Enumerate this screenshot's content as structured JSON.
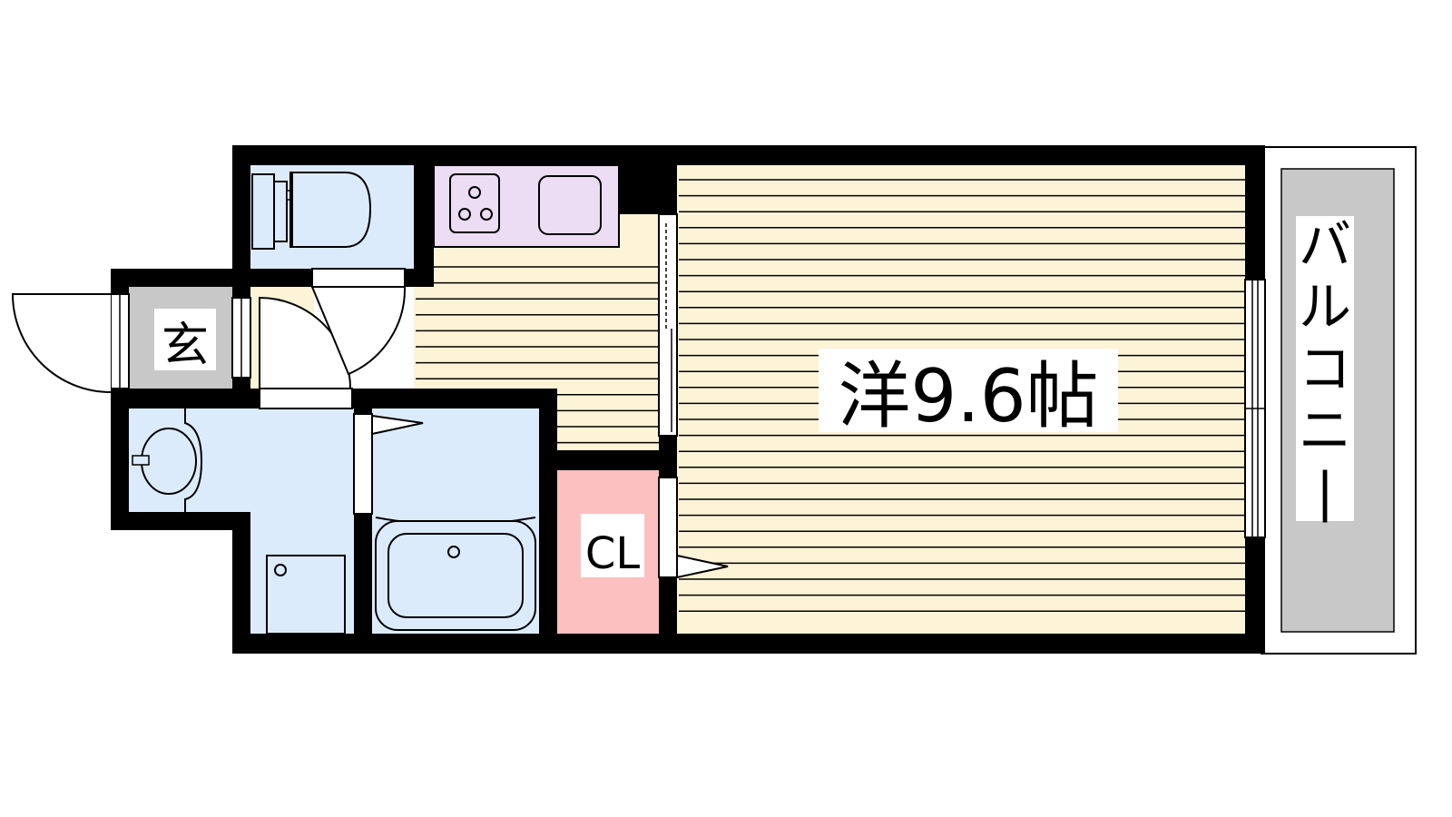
{
  "floorplan": {
    "rooms": {
      "western_room": {
        "label": "洋9.6帖",
        "fill": "#fdf3d6"
      },
      "closet": {
        "label": "CL",
        "fill": "#fcc0c0"
      },
      "entrance": {
        "label": "玄",
        "fill": "#c8c8c8"
      },
      "balcony": {
        "label": "バルコニー",
        "fill": "#c8c8c8"
      },
      "kitchen": {
        "fill": "#fdf3d6"
      },
      "toilet": {
        "fill": "#dcebfb"
      },
      "bathroom": {
        "fill": "#dcebfb"
      },
      "washroom": {
        "fill": "#dcebfb"
      }
    },
    "colors": {
      "wall": "#000000",
      "stove_sink": "#ecdcf4",
      "floor_line": "#000000"
    }
  }
}
